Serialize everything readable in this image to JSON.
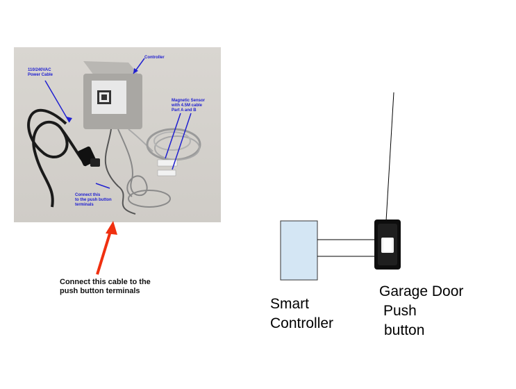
{
  "photo": {
    "label_power": [
      "110/240VAC",
      "Power Cable"
    ],
    "label_controller": "Controller",
    "label_sensor": [
      "Magnetic Sensor",
      "with 4.5M cable",
      "Part A and B"
    ],
    "label_connect": [
      "Connect this",
      "to the push button",
      "terminals"
    ]
  },
  "callout": {
    "text": [
      "Connect this cable to the",
      "push button terminals"
    ]
  },
  "diagram": {
    "controller_label": [
      "Smart",
      "Controller"
    ],
    "pushbutton_label": [
      "Garage Door",
      "Push",
      "button"
    ]
  },
  "colors": {
    "callout_arrow": "#f03010",
    "label_blue": "#2020d0",
    "controller_fill": "#d4e6f4"
  }
}
